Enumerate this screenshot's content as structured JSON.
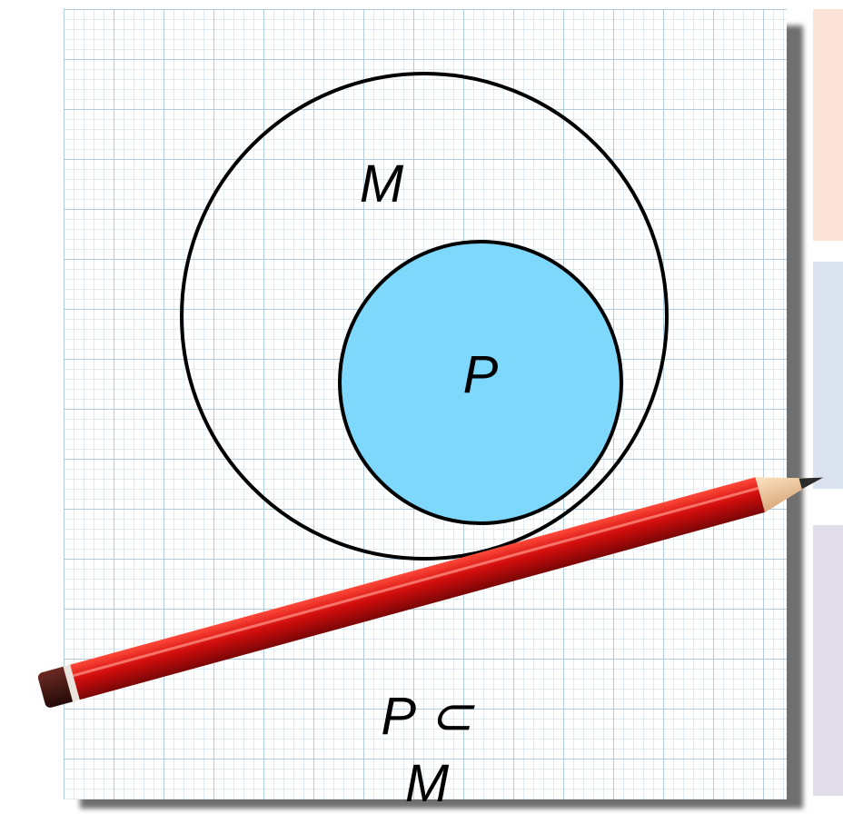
{
  "diagram": {
    "outer_set": {
      "label": "M"
    },
    "inner_set": {
      "label": "P",
      "fill_color": "#7dd8fb"
    },
    "stroke_color": "#000000",
    "relation_line1": "P ⊂",
    "relation_line2": "M"
  },
  "decorations": {
    "paper": "graph-paper",
    "pencil": {
      "body_color": "#cc0b0b",
      "tip_color": "#f2c9a1"
    },
    "side_panel_colors": [
      "#fbe4d7",
      "#dce3f0",
      "#e1ddeb"
    ]
  }
}
